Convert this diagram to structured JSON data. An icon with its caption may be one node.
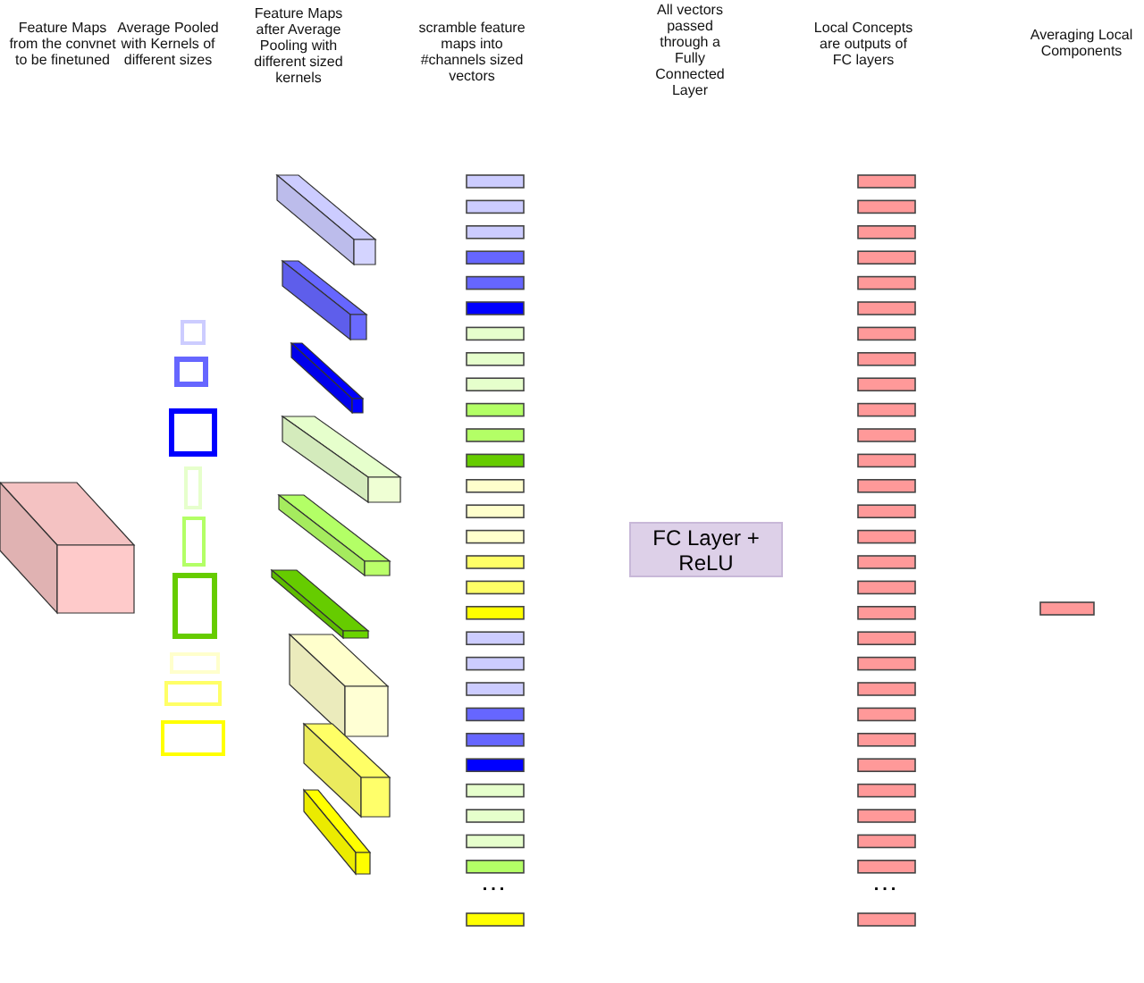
{
  "diagram": {
    "nodes": [
      {
        "text": [
          "FC Layer + ReLU"
        ]
      }
    ],
    "labels": [
      "Feature Maps from the convnet to be finetuned",
      "Average Pooled with Kernels of different sizes",
      "Feature Maps after Average Pooling with different sized kernels",
      "scramble feature maps into #channels sized vectors",
      "All vectors passed through a Fully Connected Layer",
      "Local Concepts are outputs of FC layers",
      "Averaging Local Components",
      "...",
      "..."
    ]
  }
}
